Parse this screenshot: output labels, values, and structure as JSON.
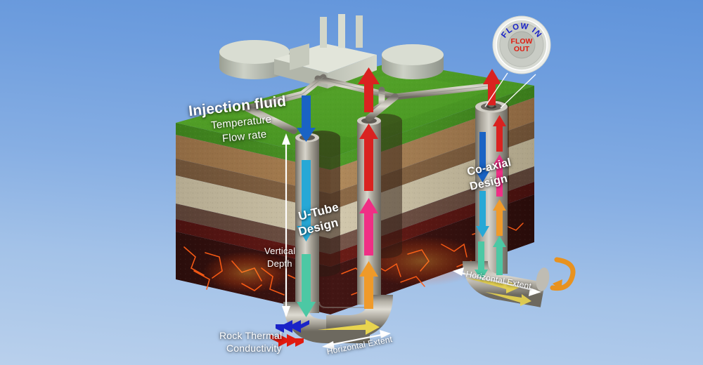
{
  "scene": {
    "title": "Closed-loop geothermal well designs cutaway",
    "sky_color_top": "#5f93da",
    "sky_color_bottom": "#b9d0ec"
  },
  "labels": {
    "injection_fluid": "Injection fluid",
    "temperature": "Temperature",
    "flow_rate": "Flow rate",
    "u_tube_line1": "U-Tube",
    "u_tube_line2": "Design",
    "coaxial_line1": "Co-axial",
    "coaxial_line2": "Design",
    "vertical_line1": "Vertical",
    "vertical_line2": "Depth",
    "horizontal_extent_utube": "Horizontal Extent",
    "horizontal_extent_coaxial": "Horizontal Extent",
    "rock_thermal_line1": "Rock Thermal",
    "rock_thermal_line2": "Conductivity"
  },
  "callout": {
    "flow_in": "FLOW IN",
    "flow_out": "FLOW OUT",
    "flow_out_line1": "FLOW",
    "flow_out_line2": "OUT",
    "flow_in_color": "#1a23c8",
    "flow_out_color": "#e01b10",
    "ring_color": "#cfcfcf"
  },
  "strata": [
    {
      "name": "grass",
      "color": "#4f9b27"
    },
    {
      "name": "topsoil",
      "color": "#a98155"
    },
    {
      "name": "clay",
      "color": "#8a6a4b"
    },
    {
      "name": "sandstone",
      "color": "#c9bfa4"
    },
    {
      "name": "shale",
      "color": "#6d4f42"
    },
    {
      "name": "hot-basement-rock",
      "color": "#3a1411"
    },
    {
      "name": "magma-cracks",
      "color": "#ff5a12"
    }
  ],
  "flow_arrows": {
    "injection_cold": "#1a63c4",
    "injection_cool": "#27a8d6",
    "injection_warm": "#4cc8a4",
    "production_warm": "#e8d44f",
    "production_hot1": "#ef9a2a",
    "production_hot2": "#ef2f85",
    "production_hot3": "#d92220"
  },
  "conduction": {
    "cold_chevrons_color": "#1a23c8",
    "hot_chevrons_color": "#e01b10",
    "chevron_count": 3
  },
  "surface_plant": {
    "tank_left": "storage-tank",
    "tank_right": "storage-tank",
    "building": "power-plant-building",
    "stacks": 3,
    "pipe_color": "#b5b8ae"
  },
  "wells": [
    {
      "name": "injection-well",
      "design": "U-Tube",
      "flow": "down"
    },
    {
      "name": "production-well",
      "design": "U-Tube",
      "flow": "up"
    },
    {
      "name": "coaxial-well",
      "design": "Co-axial",
      "flow": "down-and-up"
    }
  ]
}
